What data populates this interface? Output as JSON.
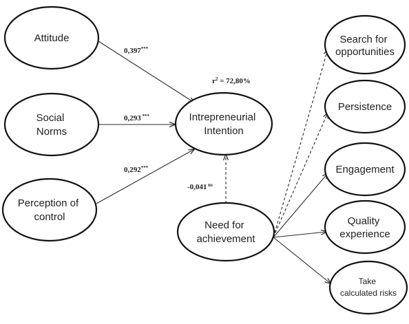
{
  "diagram": {
    "nodes": {
      "attitude": {
        "lines": [
          "Attitude"
        ]
      },
      "social_norms": {
        "lines": [
          "Social",
          "Norms"
        ]
      },
      "perception": {
        "lines": [
          "Perception of",
          "control"
        ]
      },
      "intention": {
        "lines": [
          "Intrepreneurial",
          "Intention"
        ]
      },
      "need": {
        "lines": [
          "Need for",
          "achievement"
        ]
      },
      "search": {
        "lines": [
          "Search for",
          "opportunities"
        ]
      },
      "persistence": {
        "lines": [
          "Persistence"
        ]
      },
      "engagement": {
        "lines": [
          "Engagement"
        ]
      },
      "quality": {
        "lines": [
          "Quality",
          "experience"
        ]
      },
      "risks": {
        "lines": [
          "Take",
          "calculated risks"
        ]
      }
    },
    "coefficients": {
      "attitude": {
        "value": "0,397",
        "sig": "***"
      },
      "social_norms": {
        "value": "0,293",
        "sig": " ***"
      },
      "perception": {
        "value": "0,292",
        "sig": "***"
      },
      "need": {
        "value": "-0,041",
        "sig": " ns"
      }
    },
    "r_squared": {
      "label": "r",
      "exp": "2",
      "value": " = 72,80%"
    }
  }
}
